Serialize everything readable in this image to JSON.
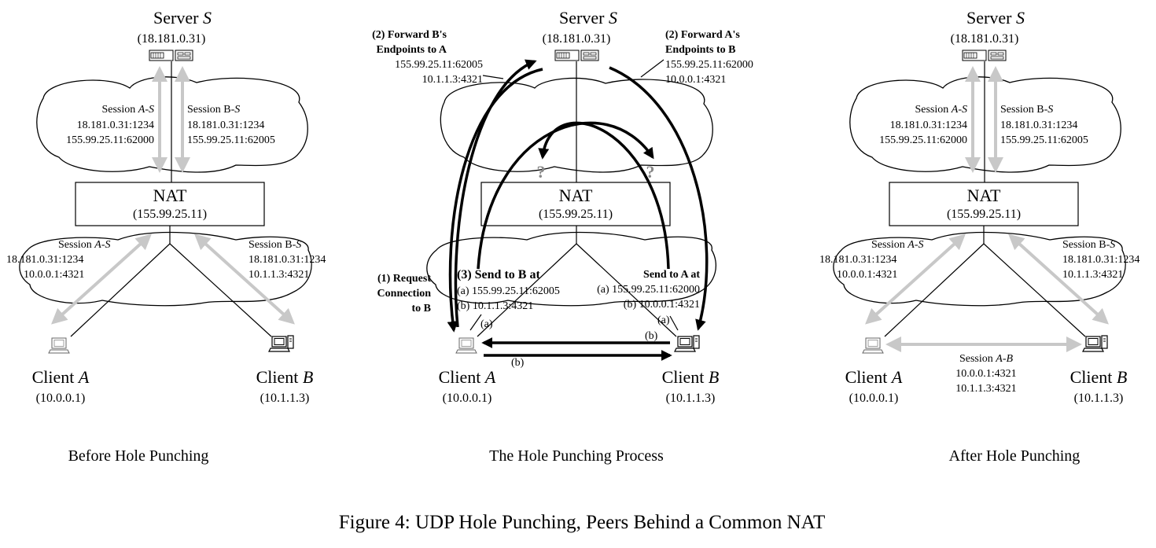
{
  "panels": [
    {
      "title": "Before Hole Punching",
      "server": {
        "label": "Server ",
        "label_italic": "S",
        "ip": "(18.181.0.31)"
      },
      "nat": {
        "label": "NAT",
        "ip": "(155.99.25.11)"
      },
      "upper_sessions": {
        "a": {
          "label": "Session ",
          "label_italic": "A-S",
          "l1": "18.181.0.31:1234",
          "l2": "155.99.25.11:62000"
        },
        "b": {
          "label": "Session B-",
          "label_italic": "S",
          "l1": "18.181.0.31:1234",
          "l2": "155.99.25.11:62005"
        }
      },
      "lower_sessions": {
        "a": {
          "label": "Session ",
          "label_italic": "A-S",
          "l1": "18.181.0.31:1234",
          "l2": "10.0.0.1:4321"
        },
        "b": {
          "label": "Session B-",
          "label_italic": "S",
          "l1": "18.181.0.31:1234",
          "l2": "10.1.1.3:4321"
        }
      },
      "client_a": {
        "label": "Client ",
        "label_italic": "A",
        "ip": "(10.0.0.1)"
      },
      "client_b": {
        "label": "Client ",
        "label_italic": "B",
        "ip": "(10.1.1.3)"
      }
    },
    {
      "title": "The Hole Punching Process",
      "server": {
        "label": "Server ",
        "label_italic": "S",
        "ip": "(18.181.0.31)"
      },
      "nat": {
        "label": "NAT",
        "ip": "(155.99.25.11)"
      },
      "step2_left": {
        "l1": "(2) Forward B's",
        "l2": "Endpoints to A",
        "l3": "155.99.25.11:62005",
        "l4": "10.1.1.3:4321"
      },
      "step2_right": {
        "l1": "(2) Forward A's",
        "l2": "Endpoints to B",
        "l3": "155.99.25.11:62000",
        "l4": "10.0.0.1:4321"
      },
      "step1": {
        "l1": "(1) Request",
        "l2": "Connection",
        "l3": "to B"
      },
      "step3_left": {
        "l1": "(3) Send to B at",
        "l2": "(a) 155.99.25.11:62005",
        "l3": "(b) 10.1.1.3:4321"
      },
      "step3_right": {
        "l1": "Send to A at",
        "l2": "(a) 155.99.25.11:62000",
        "l3": "(b) 10.0.0.1:4321"
      },
      "question": "?",
      "mark_a": "(a)",
      "mark_b": "(b)",
      "client_a": {
        "label": "Client ",
        "label_italic": "A",
        "ip": "(10.0.0.1)"
      },
      "client_b": {
        "label": "Client ",
        "label_italic": "B",
        "ip": "(10.1.1.3)"
      }
    },
    {
      "title": "After Hole Punching",
      "server": {
        "label": "Server ",
        "label_italic": "S",
        "ip": "(18.181.0.31)"
      },
      "nat": {
        "label": "NAT",
        "ip": "(155.99.25.11)"
      },
      "upper_sessions": {
        "a": {
          "label": "Session ",
          "label_italic": "A-S",
          "l1": "18.181.0.31:1234",
          "l2": "155.99.25.11:62000"
        },
        "b": {
          "label": "Session B-",
          "label_italic": "S",
          "l1": "18.181.0.31:1234",
          "l2": "155.99.25.11:62005"
        }
      },
      "lower_sessions": {
        "a": {
          "label": "Session ",
          "label_italic": "A-S",
          "l1": "18.181.0.31:1234",
          "l2": "10.0.0.1:4321"
        },
        "b": {
          "label": "Session B-",
          "label_italic": "S",
          "l1": "18.181.0.31:1234",
          "l2": "10.1.1.3:4321"
        }
      },
      "session_ab": {
        "label": "Session ",
        "label_italic": "A-B",
        "l1": "10.0.0.1:4321",
        "l2": "10.1.1.3:4321"
      },
      "client_a": {
        "label": "Client ",
        "label_italic": "A",
        "ip": "(10.0.0.1)"
      },
      "client_b": {
        "label": "Client ",
        "label_italic": "B",
        "ip": "(10.1.1.3)"
      }
    }
  ],
  "caption": "Figure 4: UDP Hole Punching, Peers Behind a Common NAT"
}
